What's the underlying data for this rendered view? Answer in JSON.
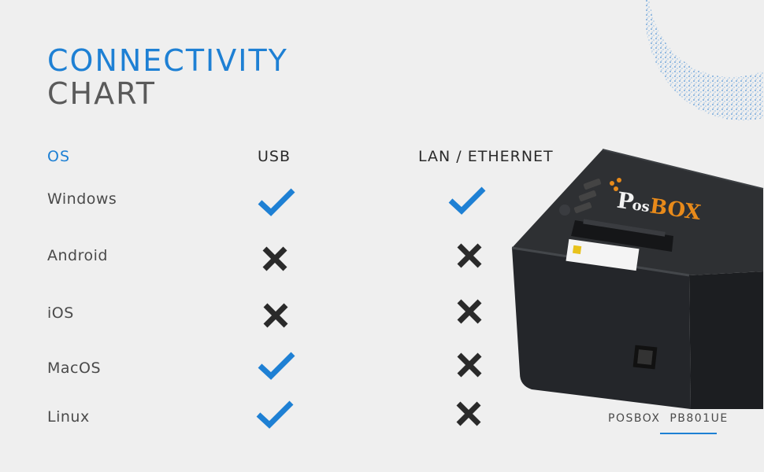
{
  "title": {
    "line1": "CONNECTIVITY",
    "line2": "CHART"
  },
  "headers": {
    "os": "OS",
    "usb": "USB",
    "lan": "LAN / ETHERNET"
  },
  "rows": [
    {
      "os": "Windows",
      "usb": true,
      "lan": true
    },
    {
      "os": "Android",
      "usb": false,
      "lan": false
    },
    {
      "os": "iOS",
      "usb": false,
      "lan": false
    },
    {
      "os": "MacOS",
      "usb": true,
      "lan": false
    },
    {
      "os": "Linux",
      "usb": true,
      "lan": false
    }
  ],
  "product": {
    "brand": "POSBOX",
    "model": "PB801UE",
    "logo_text": "PosBox"
  },
  "colors": {
    "accent": "#1e80d4",
    "check": "#1e80d4",
    "cross": "#2a2a2a",
    "background": "#efefef",
    "printer_body": "#2b2d30",
    "logo_orange": "#e88a1a"
  },
  "icons": {
    "supported": "check-icon",
    "unsupported": "cross-icon"
  }
}
